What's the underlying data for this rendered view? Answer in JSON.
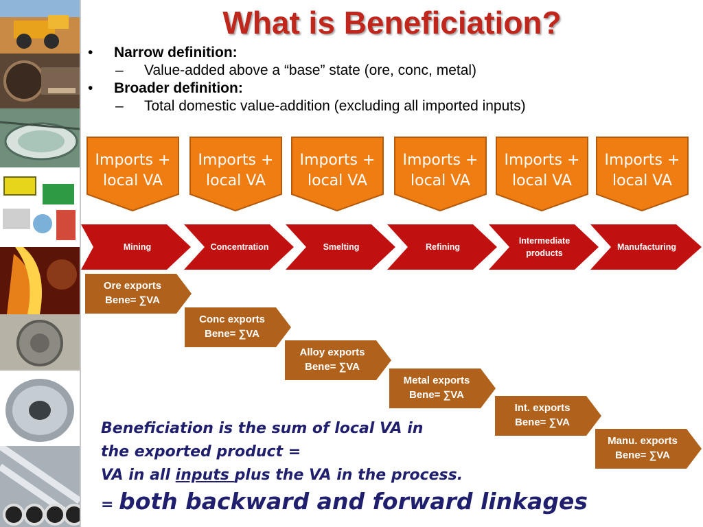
{
  "slide": {
    "title": "What is Beneficiation?",
    "bullets": [
      {
        "marker": "•",
        "text": "Narrow definition:",
        "level": 1
      },
      {
        "marker": "–",
        "text": "Value-added above a “base” state (ore, conc, metal)",
        "level": 2
      },
      {
        "marker": "•",
        "text": "Broader definition:",
        "level": 1
      },
      {
        "marker": "–",
        "text": "Total domestic value-addition (excluding all imported inputs)",
        "level": 2
      }
    ],
    "callouts": [
      {
        "line1": "Imports +",
        "line2": "local VA"
      },
      {
        "line1": "Imports +",
        "line2": "local VA"
      },
      {
        "line1": "Imports +",
        "line2": "local VA"
      },
      {
        "line1": "Imports +",
        "line2": "local VA"
      },
      {
        "line1": "Imports +",
        "line2": "local VA"
      },
      {
        "line1": "Imports +",
        "line2": "local VA"
      }
    ],
    "stages": [
      {
        "line1": "Mining",
        "line2": ""
      },
      {
        "line1": "Concentration",
        "line2": ""
      },
      {
        "line1": "Smelting",
        "line2": ""
      },
      {
        "line1": "Refining",
        "line2": ""
      },
      {
        "line1": "Intermediate",
        "line2": "products"
      },
      {
        "line1": "Manufacturing",
        "line2": ""
      }
    ],
    "exports": [
      {
        "line1": "Ore exports",
        "line2": "Bene= ∑VA"
      },
      {
        "line1": "Conc exports",
        "line2": "Bene= ∑VA"
      },
      {
        "line1": "Alloy exports",
        "line2": "Bene= ∑VA"
      },
      {
        "line1": "Metal exports",
        "line2": "Bene= ∑VA"
      },
      {
        "line1": "Int. exports",
        "line2": "Bene= ∑VA"
      },
      {
        "line1": "Manu. exports",
        "line2": "Bene= ∑VA"
      }
    ],
    "summary": {
      "line1": "Beneficiation is the sum of local VA in",
      "line2": "the exported product =",
      "line3_a": "VA in all ",
      "line3_underlined": "inputs ",
      "line3_b": "plus the VA in the process.",
      "line4_prefix": "= ",
      "line4_big": "both backward and forward linkages"
    },
    "colors": {
      "title": "#c0261b",
      "callout_fill": "#ef7d12",
      "callout_border": "#b55a0a",
      "stage_fill": "#c0100f",
      "export_fill": "#b0621c",
      "summary_text": "#1f1f6e"
    },
    "side_images": [
      "mining-truck-photo",
      "excavator-photo",
      "thickener-tank-photo",
      "processing-equipment-photo",
      "molten-metal-photo",
      "mill-plant-photo",
      "steel-coil-photo",
      "steel-pipes-photo"
    ]
  }
}
